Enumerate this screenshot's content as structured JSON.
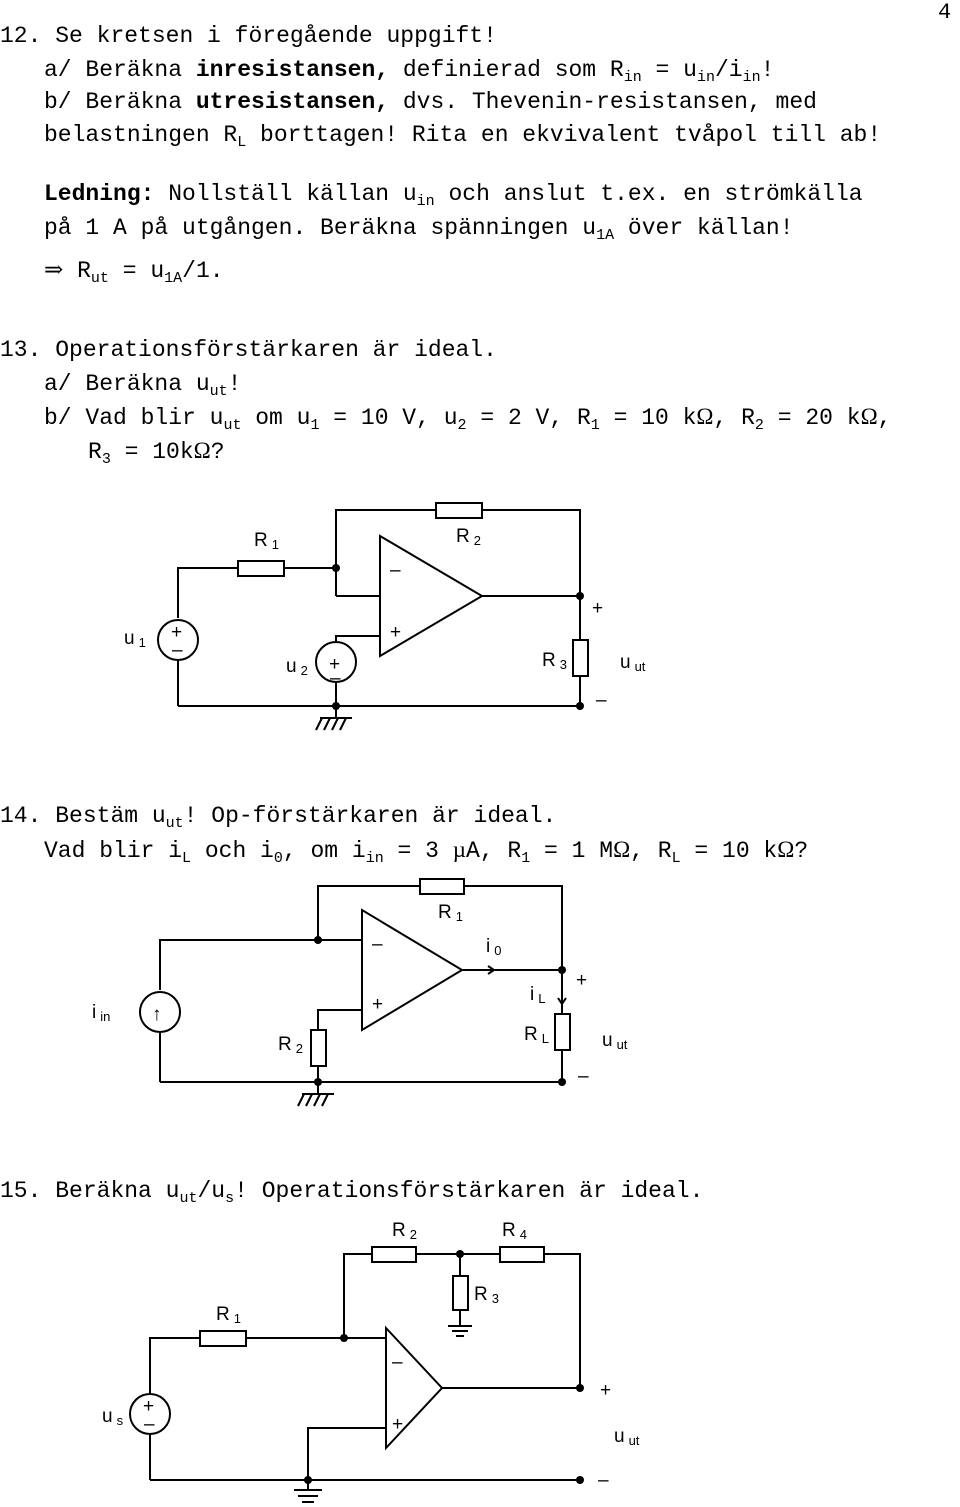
{
  "page_number": "4",
  "p12": {
    "num": "12.",
    "line1": "Se kretsen i föregående uppgift!",
    "a_pre": "a/ Beräkna ",
    "a_bold": "inresistansen,",
    "a_post": " definierad som R",
    "a_sub1": "in",
    "a_mid": " = u",
    "a_sub2": "in",
    "a_mid2": "/i",
    "a_sub3": "in",
    "a_end": "!",
    "b_pre": "b/ Beräkna ",
    "b_bold": "utresistansen,",
    "b_post": " dvs. Thevenin-resistansen, med",
    "c_pre": "belastningen R",
    "c_sub": "L",
    "c_post": " borttagen! Rita en ekvivalent tvåpol till ab!",
    "hint_bold": "Ledning:",
    "hint_post": " Nollställ källan u",
    "hint_sub": "in",
    "hint_post2": " och anslut t.ex. en strömkälla",
    "hint2_pre": "på 1 A på utgången. Beräkna spänningen u",
    "hint2_sub": "1A",
    "hint2_post": " över källan!",
    "arrow": "⇒",
    "res_pre": " R",
    "res_sub": "ut",
    "res_mid": " = u",
    "res_sub2": "1A",
    "res_post": "/1."
  },
  "p13": {
    "num": "13.",
    "line1": "Operationsförstärkaren är ideal.",
    "a_pre": "a/ Beräkna u",
    "a_sub": "ut",
    "a_post": "!",
    "b_pre": "b/ Vad blir u",
    "b_sub": "ut",
    "b_t1": " om u",
    "b_s1": "1",
    "b_t2": " = 10 V, u",
    "b_s2": "2",
    "b_t3": " = 2 V, R",
    "b_s3": "1",
    "b_t4": " = 10 k",
    "b_om1": "Ω",
    "b_t5": ", R",
    "b_s4": "2",
    "b_t6": " = 20 k",
    "b_om2": "Ω",
    "b_t7": ",",
    "c_pre": "R",
    "c_sub": "3",
    "c_mid": " = 10k",
    "c_om": "Ω",
    "c_post": "?",
    "labels": {
      "R": "R",
      "u": "u",
      "s1": "1",
      "s2": "2",
      "s3": "3",
      "ut": "ut",
      "plus": "+",
      "minus": "–"
    }
  },
  "p14": {
    "num": "14.",
    "line1_pre": "Bestäm u",
    "line1_sub": "ut",
    "line1_post": "! Op-förstärkaren är ideal.",
    "l2_t1": "Vad blir i",
    "l2_s1": "L",
    "l2_t2": " och i",
    "l2_s2": "0",
    "l2_t3": ", om i",
    "l2_s3": "in",
    "l2_t4": " = 3 ",
    "l2_mu": "µ",
    "l2_t5": "A, R",
    "l2_s4": "1",
    "l2_t6": " = 1 M",
    "l2_om1": "Ω",
    "l2_t7": ", R",
    "l2_s5": "L",
    "l2_t8": " = 10 k",
    "l2_om2": "Ω",
    "l2_t9": "?",
    "labels": {
      "R": "R",
      "i": "i",
      "u": "u",
      "s1": "1",
      "s2": "2",
      "s0": "0",
      "in": "in",
      "L": "L",
      "ut": "ut",
      "plus": "+",
      "minus": "–",
      "arrow": "↑"
    }
  },
  "p15": {
    "num": "15.",
    "line_pre": "Beräkna u",
    "line_sub1": "ut",
    "line_mid": "/u",
    "line_sub2": "s",
    "line_post": "! Operationsförstärkaren är ideal.",
    "labels": {
      "R": "R",
      "u": "u",
      "s1": "1",
      "s2": "2",
      "s3": "3",
      "s4": "4",
      "s": "s",
      "ut": "ut",
      "plus": "+",
      "minus": "–"
    }
  }
}
